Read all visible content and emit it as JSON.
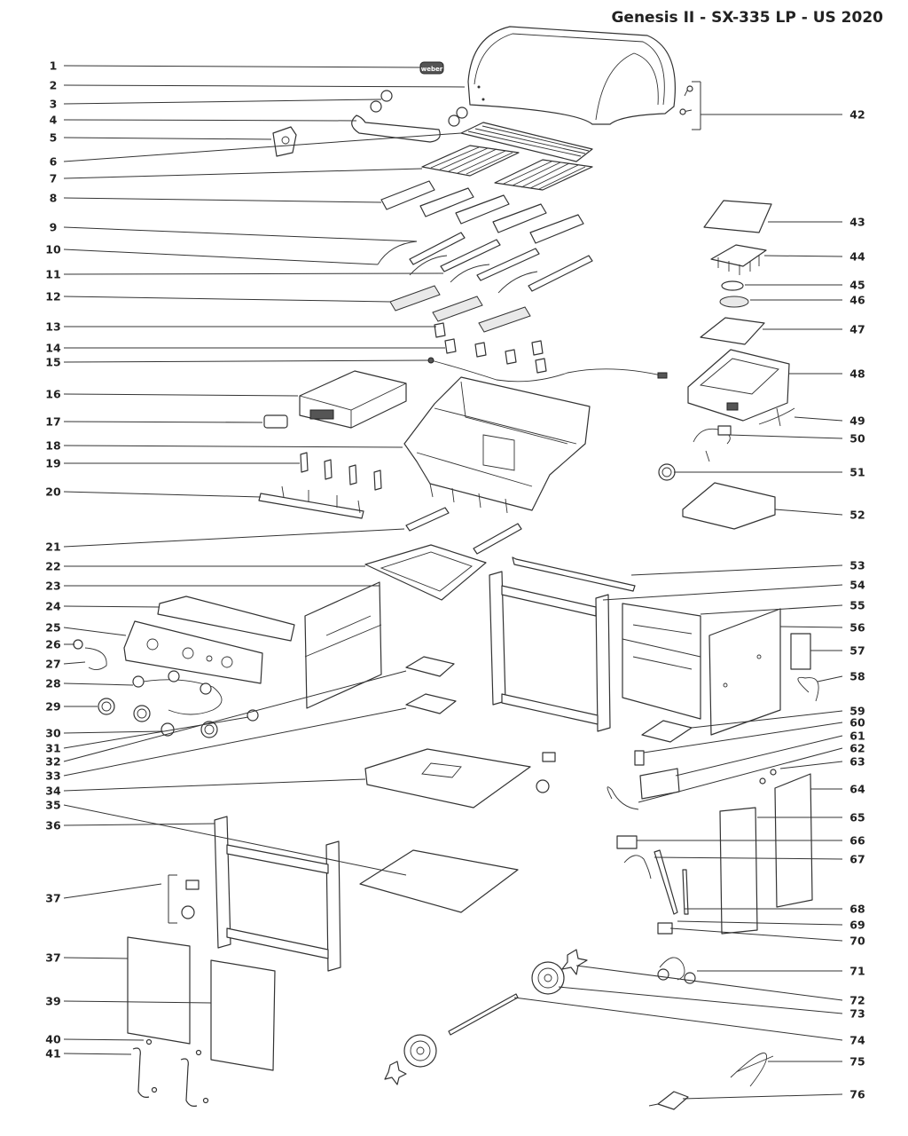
{
  "title": "Genesis II - SX-335 LP - US 2020",
  "left_callouts": [
    "1",
    "2",
    "3",
    "4",
    "5",
    "6",
    "7",
    "8",
    "9",
    "10",
    "11",
    "12",
    "13",
    "14",
    "15",
    "16",
    "17",
    "18",
    "19",
    "20",
    "21",
    "22",
    "23",
    "24",
    "25",
    "26",
    "27",
    "28",
    "29",
    "30",
    "31",
    "32",
    "33",
    "34",
    "35",
    "36",
    "37",
    "37",
    "39",
    "40",
    "41"
  ],
  "right_callouts": [
    "42",
    "43",
    "44",
    "45",
    "46",
    "47",
    "48",
    "49",
    "50",
    "51",
    "52",
    "53",
    "54",
    "55",
    "56",
    "57",
    "58",
    "59",
    "60",
    "61",
    "62",
    "63",
    "64",
    "65",
    "66",
    "67",
    "68",
    "69",
    "70",
    "71",
    "72",
    "73",
    "74",
    "75",
    "76"
  ],
  "logo_text": "weber"
}
